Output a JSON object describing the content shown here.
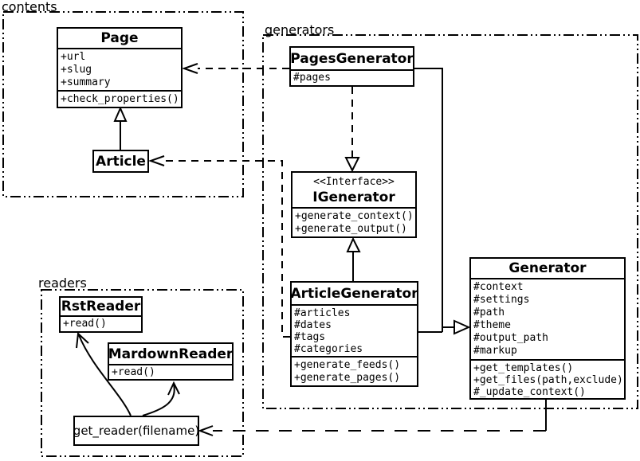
{
  "packages": {
    "contents": {
      "label": "contents"
    },
    "generators": {
      "label": "generators"
    },
    "readers": {
      "label": "readers"
    }
  },
  "classes": {
    "page": {
      "name": "Page",
      "attributes": [
        "+url",
        "+slug",
        "+summary"
      ],
      "methods": [
        "+check_properties()"
      ]
    },
    "article": {
      "name": "Article"
    },
    "pages_generator": {
      "name": "PagesGenerator",
      "attributes": [
        "#pages"
      ]
    },
    "igenerator": {
      "stereotype": "<<Interface>>",
      "name": "IGenerator",
      "methods": [
        "+generate_context()",
        "+generate_output()"
      ]
    },
    "article_generator": {
      "name": "ArticleGenerator",
      "attributes": [
        "#articles",
        "#dates",
        "#tags",
        "#categories"
      ],
      "methods": [
        "+generate_feeds()",
        "+generate_pages()"
      ]
    },
    "generator": {
      "name": "Generator",
      "attributes": [
        "#context",
        "#settings",
        "#path",
        "#theme",
        "#output_path",
        "#markup"
      ],
      "methods": [
        "+get_templates()",
        "+get_files(path,exclude)",
        "#_update_context()"
      ]
    },
    "rst_reader": {
      "name": "RstReader",
      "methods": [
        "+read()"
      ]
    },
    "mardown_reader": {
      "name": "MardownReader",
      "methods": [
        "+read()"
      ]
    },
    "get_reader": {
      "name": "get_reader(filename)"
    }
  },
  "relationships": [
    {
      "from": "Article",
      "to": "Page",
      "type": "generalization"
    },
    {
      "from": "PagesGenerator",
      "to": "Page",
      "type": "dependency"
    },
    {
      "from": "ArticleGenerator",
      "to": "Article",
      "type": "dependency"
    },
    {
      "from": "PagesGenerator",
      "to": "IGenerator",
      "type": "realization"
    },
    {
      "from": "ArticleGenerator",
      "to": "IGenerator",
      "type": "generalization"
    },
    {
      "from": "PagesGenerator",
      "to": "Generator",
      "type": "generalization"
    },
    {
      "from": "ArticleGenerator",
      "to": "Generator",
      "type": "generalization"
    },
    {
      "from": "Generator",
      "to": "get_reader(filename)",
      "type": "dependency"
    },
    {
      "from": "get_reader(filename)",
      "to": "RstReader",
      "type": "arrow"
    },
    {
      "from": "get_reader(filename)",
      "to": "MardownReader",
      "type": "arrow"
    }
  ],
  "colors": {
    "line": "#000000",
    "background": "#ffffff"
  }
}
